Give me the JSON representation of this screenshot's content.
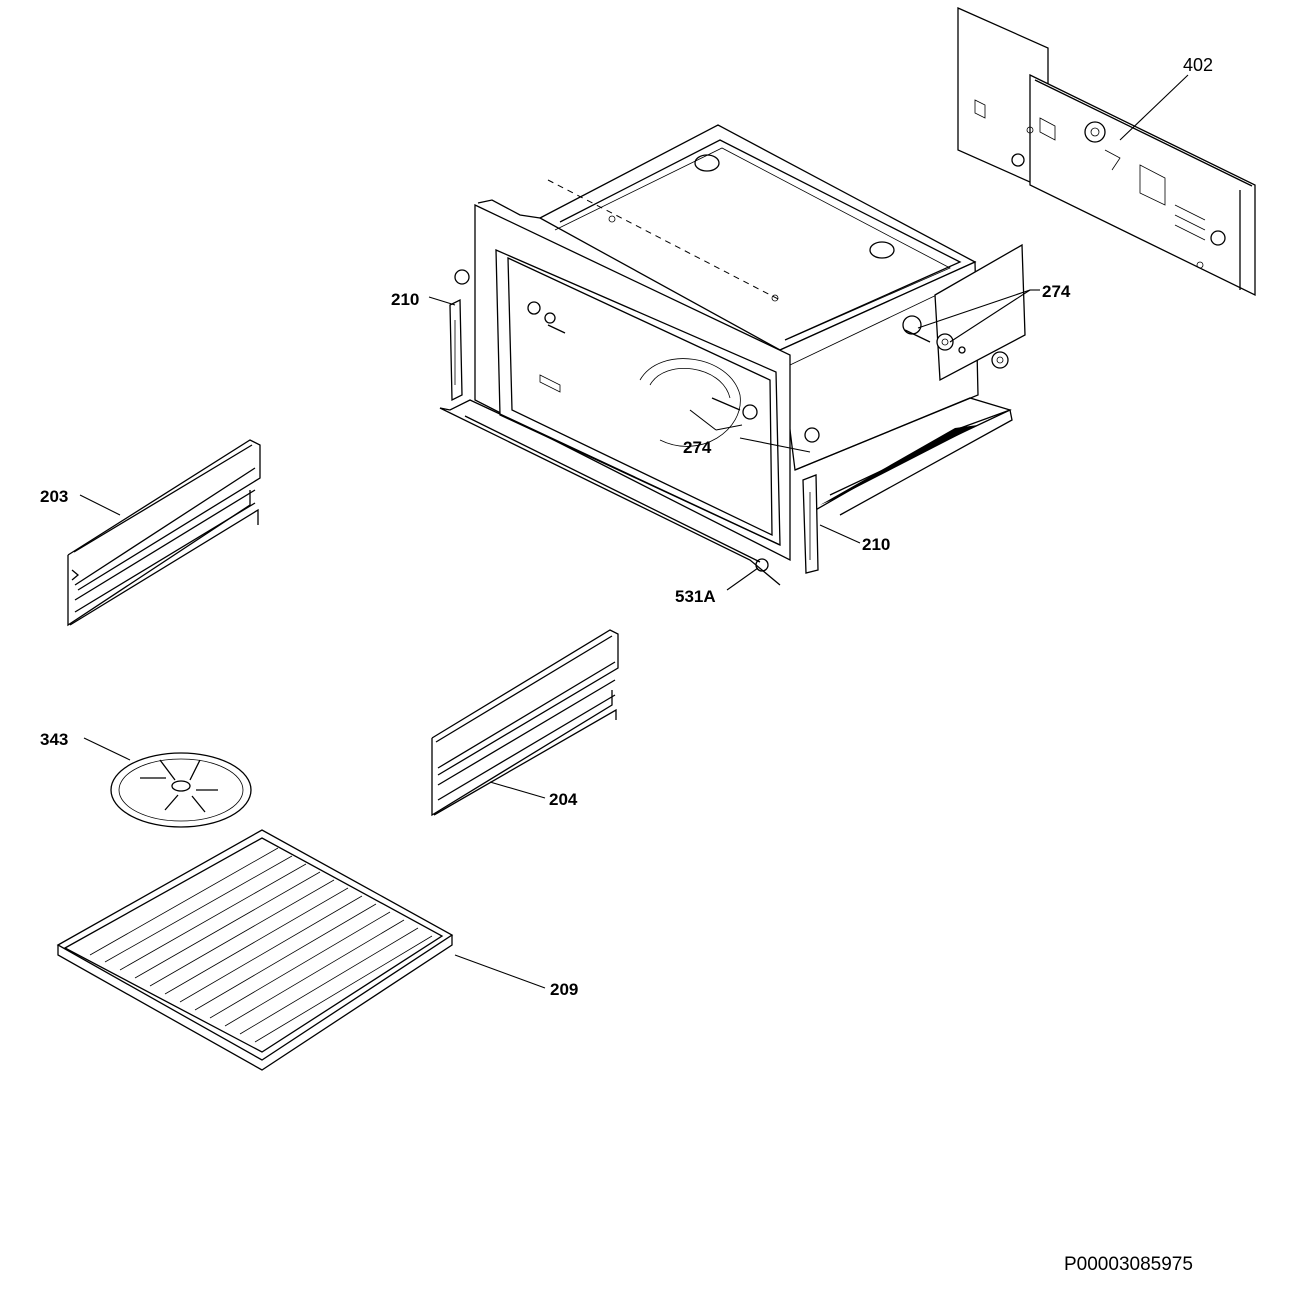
{
  "diagram": {
    "document_code": "P00003085975",
    "labels": {
      "p402": "402",
      "p274_right": "274",
      "p274_inner": "274",
      "p210_left": "210",
      "p210_right": "210",
      "p531a": "531A",
      "p203": "203",
      "p204": "204",
      "p343": "343",
      "p209": "209"
    },
    "colors": {
      "line": "#000000",
      "background": "#ffffff"
    }
  }
}
